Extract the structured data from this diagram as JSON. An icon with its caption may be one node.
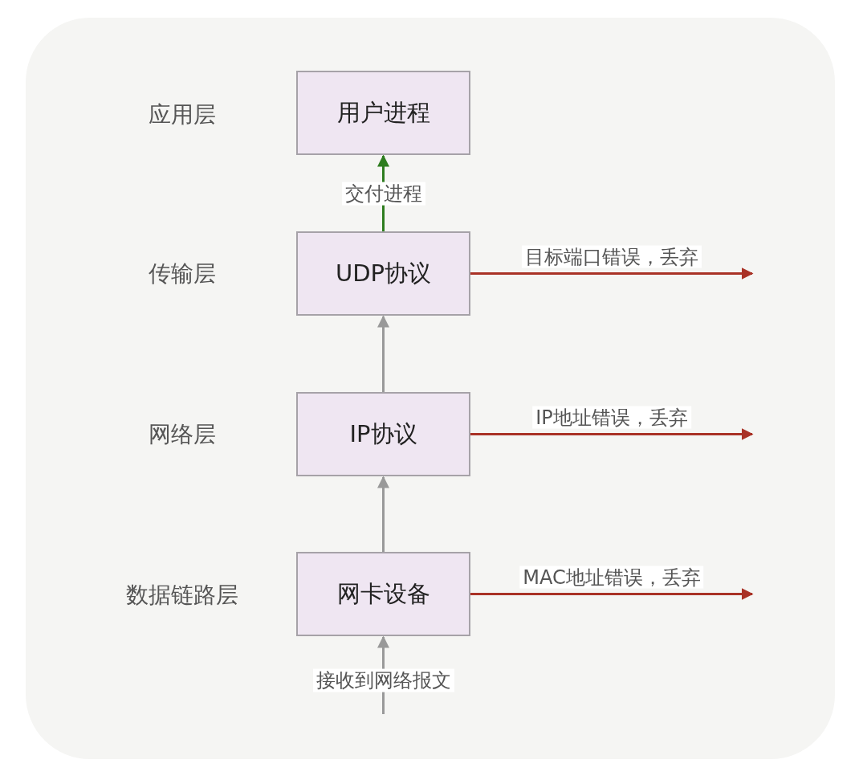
{
  "diagram": {
    "nodes": [
      {
        "text": [
          "用户进程"
        ]
      },
      {
        "text": [
          "UDP协议"
        ]
      },
      {
        "text": [
          "IP协议"
        ]
      },
      {
        "text": [
          "网卡设备"
        ]
      }
    ],
    "edges": [
      {
        "from": 1,
        "to": 0,
        "arrow": "to",
        "label": "交付进程",
        "color": "#2e7d1f"
      },
      {
        "from": 2,
        "to": 1,
        "arrow": "to",
        "color": "#999999"
      },
      {
        "from": 3,
        "to": 2,
        "arrow": "to",
        "color": "#999999"
      },
      {
        "from": null,
        "to": 3,
        "arrow": "to",
        "label": "接收到网络报文",
        "color": "#999999"
      },
      {
        "from": 1,
        "to": null,
        "arrow": "to",
        "label": "目标端口错误，丢弃",
        "color": "#a93226"
      },
      {
        "from": 2,
        "to": null,
        "arrow": "to",
        "label": "IP地址错误，丢弃",
        "color": "#a93226"
      },
      {
        "from": 3,
        "to": null,
        "arrow": "to",
        "label": "MAC地址错误，丢弃",
        "color": "#a93226"
      }
    ],
    "labels": [
      "应用层",
      "传输层",
      "网络层",
      "数据链路层"
    ]
  }
}
